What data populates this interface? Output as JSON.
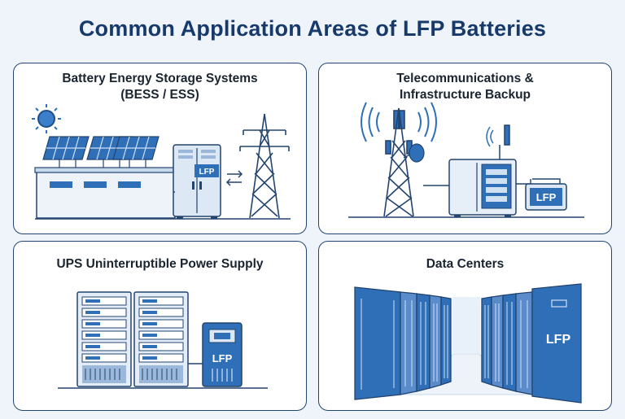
{
  "page": {
    "title": "Common Application Areas of LFP Batteries"
  },
  "panels": [
    {
      "id": "bess",
      "title_line1": "Battery Energy Storage Systems",
      "title_line2": "(BESS / ESS)",
      "battery_label": "LFP"
    },
    {
      "id": "telecom",
      "title_line1": "Telecommunications &",
      "title_line2": "Infrastructure Backup",
      "battery_label": "LFP"
    },
    {
      "id": "ups",
      "title_line1": "UPS Uninterruptible Power Supply",
      "battery_label": "LFP"
    },
    {
      "id": "datacenter",
      "title_line1": "Data Centers",
      "battery_label": "LFP"
    }
  ],
  "colors": {
    "title": "#173a6b",
    "border": "#22446f",
    "blue_primary": "#2f6fb8",
    "blue_light": "#cfe0f3",
    "sun": "#3b7fcb"
  }
}
